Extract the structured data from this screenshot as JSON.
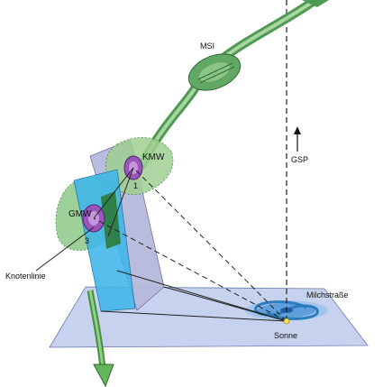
{
  "labels": {
    "msi": "MSI",
    "kmw": "KMW",
    "gmw": "GMW",
    "knotenlinie": "Knotenlinie",
    "gsp": "GSP",
    "milchstrasse": "Milchstraße",
    "sonne": "Sonne",
    "kmw_marker": "1",
    "gmw_marker": "3"
  },
  "colors": {
    "stream_green": "#5aa35c",
    "stream_light": "#b9dcb2",
    "galactic_plane": "#c6d2ee",
    "orbit_plane_blue": "#3fb6ea",
    "orbit_plane_lilac": "#b7b9dd",
    "cloud_purple": "#9a55b8",
    "milky_way_blue": "#2b7cc0",
    "arrow_green": "#63b45a"
  }
}
